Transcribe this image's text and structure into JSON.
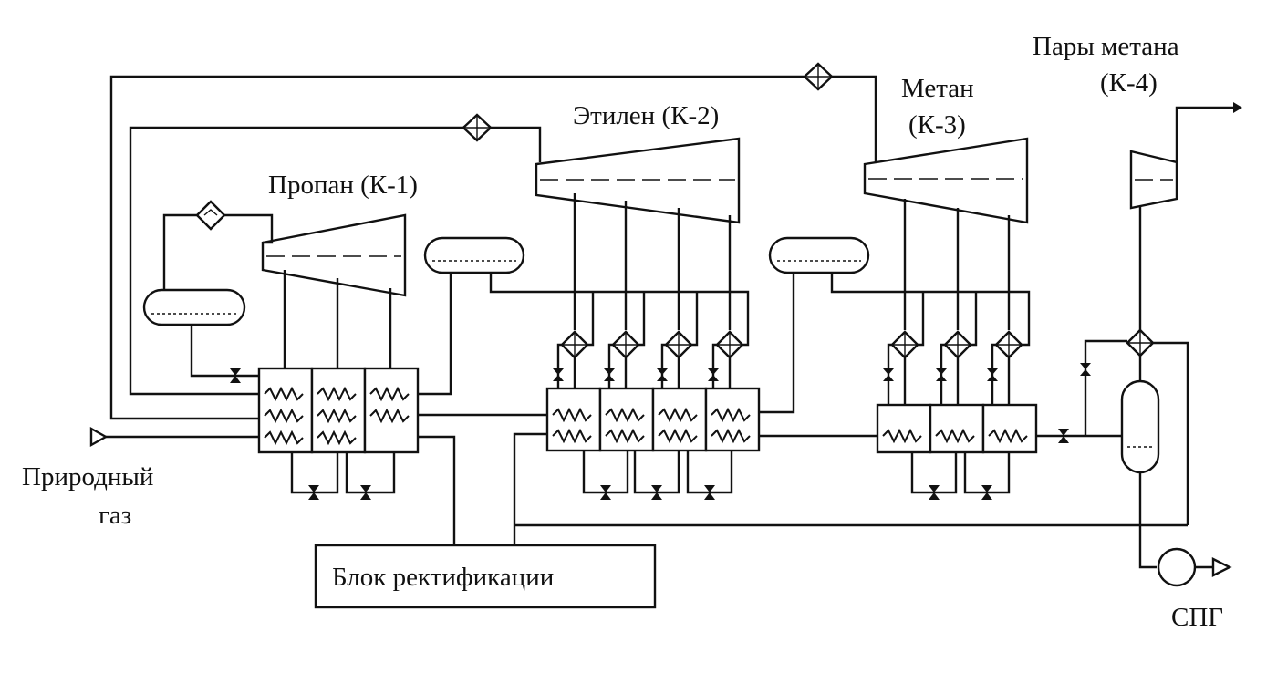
{
  "labels": {
    "propane": "Пропан (К-1)",
    "ethylene": "Этилен (К-2)",
    "methane_line1": "Метан",
    "methane_line2": "(К-3)",
    "methane_vapor_line1": "Пары метана",
    "methane_vapor_line2": "(К-4)",
    "natural_gas_line1": "Природный",
    "natural_gas_line2": "газ",
    "rectification_block": "Блок ректификации",
    "lng": "СПГ"
  }
}
